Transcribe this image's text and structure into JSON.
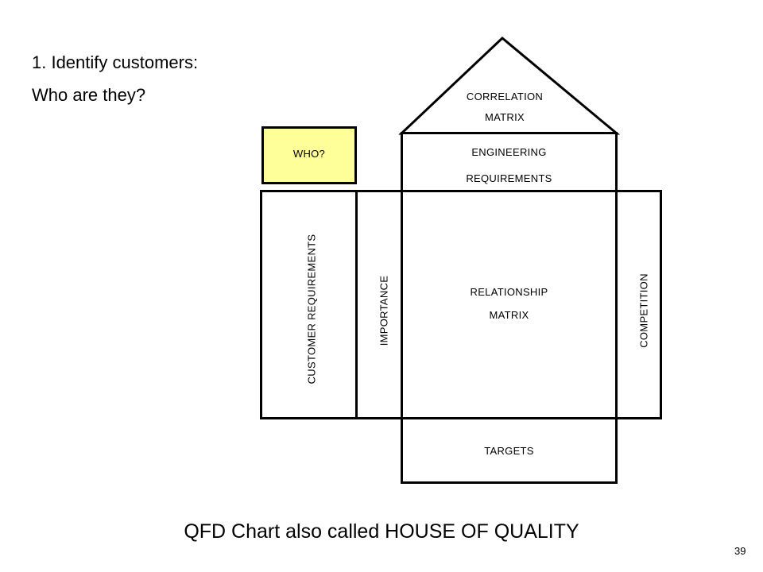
{
  "slide": {
    "step": "1. Identify customers:",
    "question": "Who are they?",
    "caption": "QFD Chart also called HOUSE OF QUALITY",
    "page_number": "39"
  },
  "house": {
    "roof": {
      "line1": "CORRELATION",
      "line2": "MATRIX"
    },
    "who": {
      "label": "WHO?",
      "fill": "#ffff99"
    },
    "engineering": {
      "line1": "ENGINEERING",
      "line2": "REQUIREMENTS"
    },
    "customer_requirements": "CUSTOMER REQUIREMENTS",
    "importance": "IMPORTANCE",
    "relationship": {
      "line1": "RELATIONSHIP",
      "line2": "MATRIX"
    },
    "competition": "COMPETITION",
    "targets": "TARGETS"
  }
}
